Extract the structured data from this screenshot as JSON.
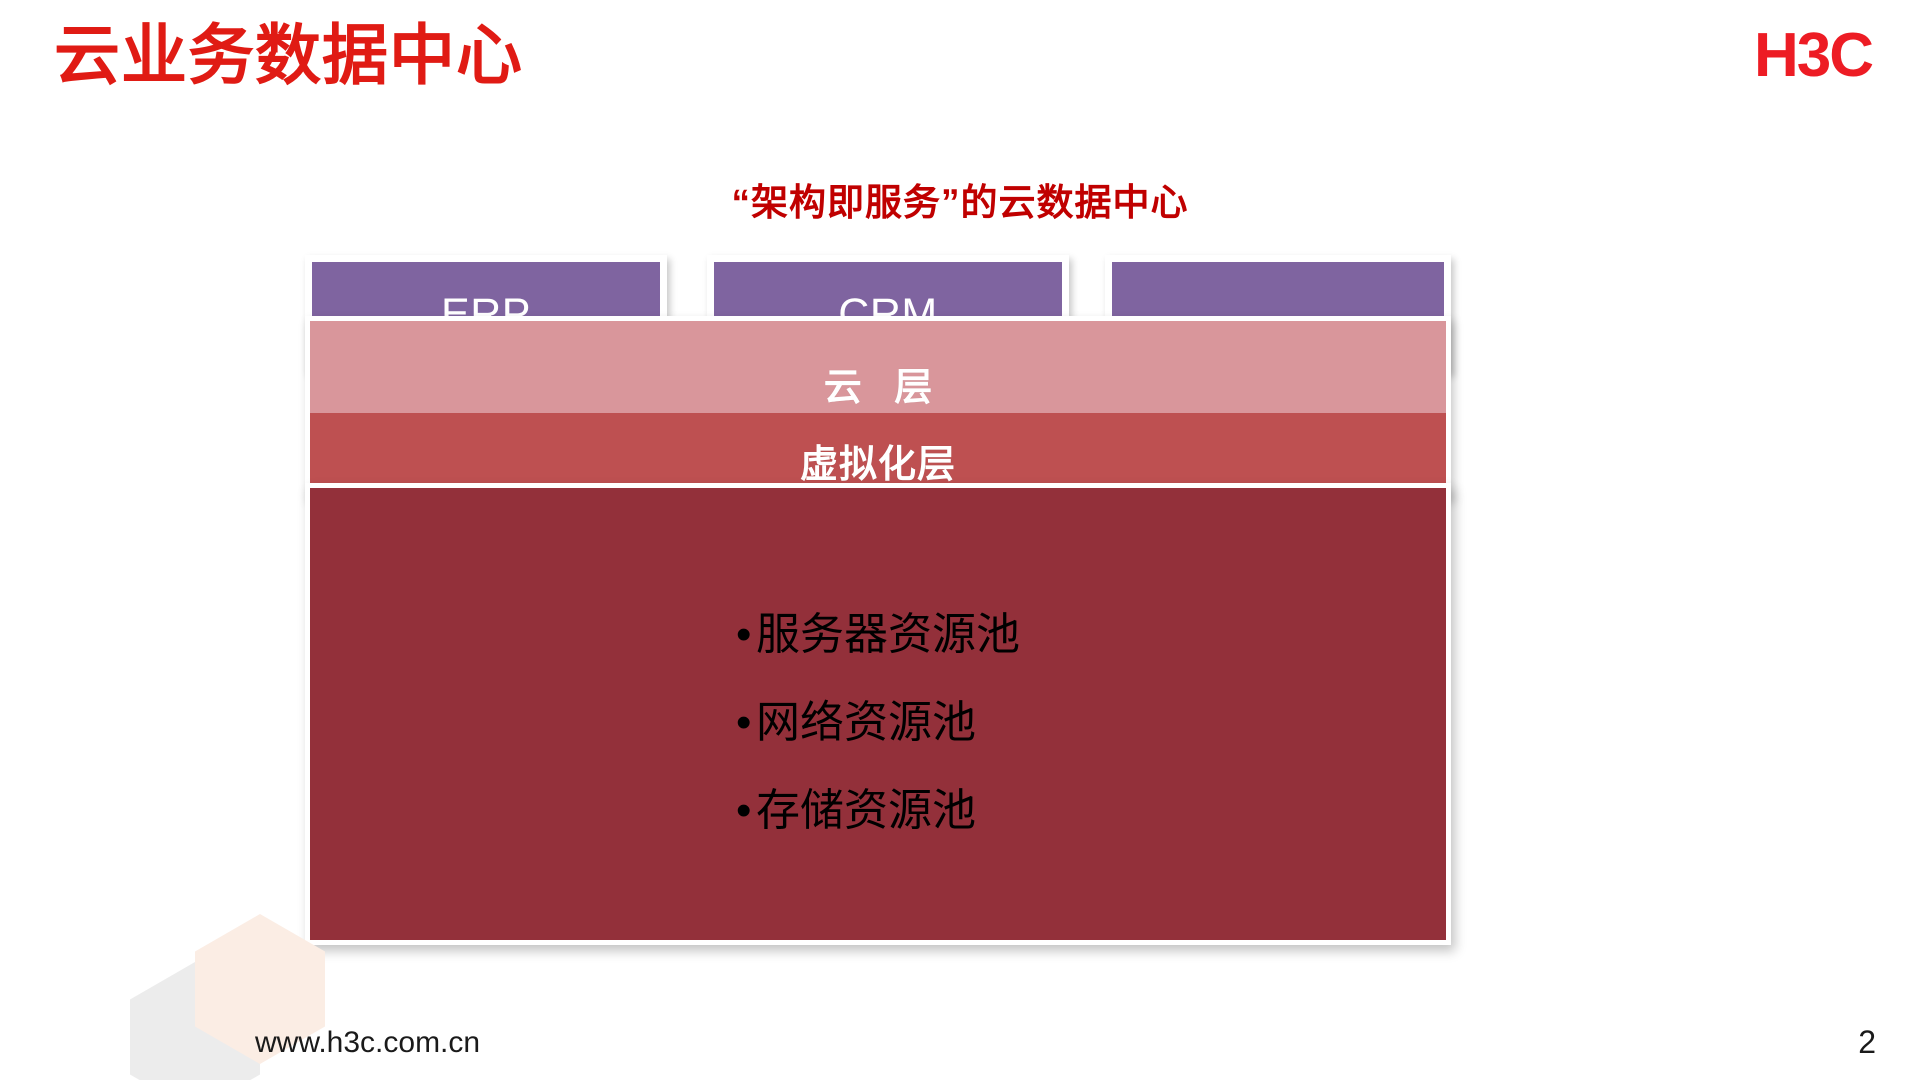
{
  "slide": {
    "title": "云业务数据中心",
    "brand_logo": "H3C",
    "page_number": "2",
    "brand_color": "#ED1C24",
    "title_color": "#E01B14"
  },
  "diagram": {
    "subtitle": "“架构即服务”的云数据中心",
    "subtitle_color": "#C00000",
    "app_boxes": [
      {
        "label": "ERP",
        "fill": "#7F64A0",
        "align": "center"
      },
      {
        "label": "CRM",
        "fill": "#7F64A0",
        "align": "center"
      },
      {
        "label": "...",
        "fill": "#7F64A0",
        "align": "left"
      }
    ],
    "layers": [
      {
        "label": "云 层",
        "fill": "#D9969B",
        "text_color": "#FFFFFF"
      },
      {
        "label": "虚拟化层",
        "fill": "#BE5051",
        "text_color": "#FFFFFF"
      }
    ],
    "resource_pool": {
      "fill": "#93303A",
      "text_color": "#000000",
      "items": [
        "服务器资源池",
        "网络资源池",
        "存储资源池"
      ]
    }
  },
  "footer": {
    "url": "www.h3c.com.cn",
    "hex_gray": "#ECECEC",
    "hex_peach": "#FBEDE4"
  }
}
